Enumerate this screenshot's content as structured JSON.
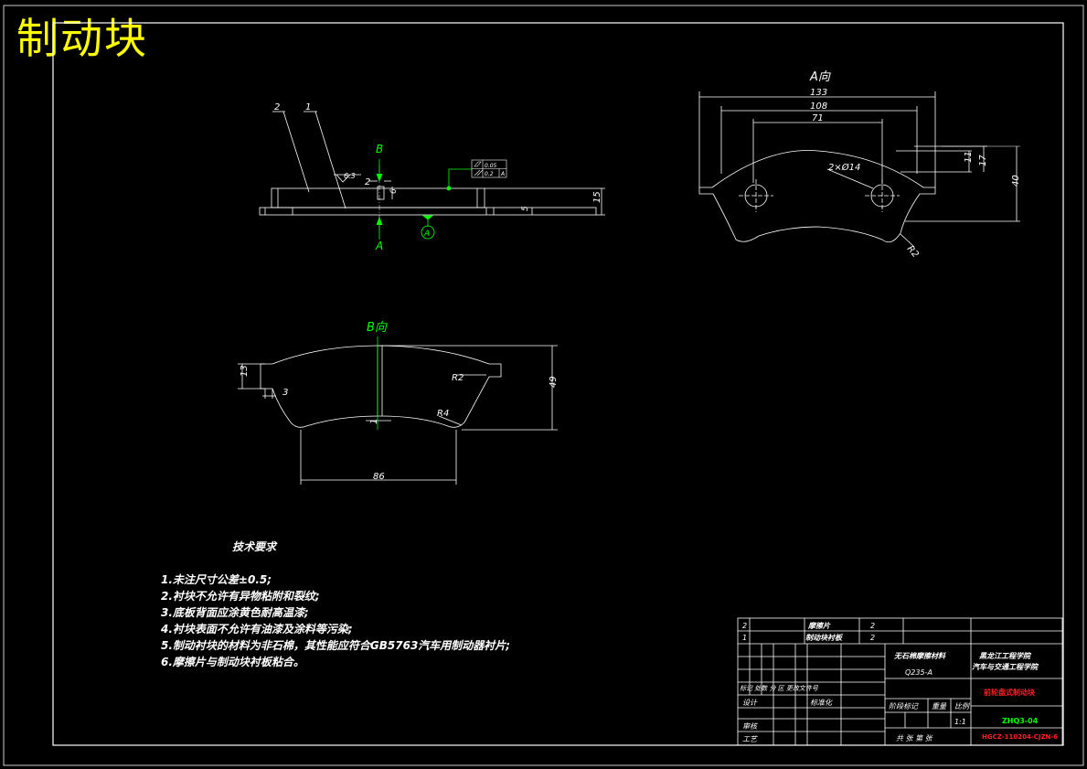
{
  "title": "制动块",
  "views": {
    "view_a_label": "A向",
    "view_b_label": "B向",
    "arrow_b": "B",
    "arrow_a": "A",
    "datum_a": "A"
  },
  "main_view": {
    "part_label_2": "2",
    "part_label_1": "1",
    "roughness": "6.3",
    "dim_2": "2",
    "dim_6": "6",
    "dim_15": "15",
    "dim_5": "5",
    "tol_flatness": "0.05",
    "tol_parallel": "0.2",
    "tol_datum": "A"
  },
  "view_a": {
    "dim_133": "133",
    "dim_108": "108",
    "dim_71": "71",
    "dim_11": "11",
    "dim_17": "17",
    "dim_40": "40",
    "holes": "2×Ø14",
    "radius": "R2"
  },
  "view_b": {
    "dim_13": "13",
    "dim_3": "3",
    "dim_49": "49",
    "dim_86": "86",
    "dim_1": "1",
    "r2": "R2",
    "r4": "R4"
  },
  "tech_requirements": {
    "heading": "技术要求",
    "items": [
      "1.未注尺寸公差±0.5;",
      "2.衬块不允许有异物粘附和裂纹;",
      "3.底板背面应涂黄色耐高温漆;",
      "4.衬块表面不允许有油漆及涂料等污染;",
      "5.制动衬块的材料为非石棉，其性能应符合GB5763汽车用制动器衬片;",
      "6.摩擦片与制动块衬板粘合。"
    ]
  },
  "title_block": {
    "bom": [
      {
        "no": "2",
        "name": "摩擦片",
        "qty": "2"
      },
      {
        "no": "1",
        "name": "制动块衬板",
        "qty": "2"
      }
    ],
    "material_1": "无石棉摩擦材料",
    "material_2": "Q235-A",
    "school_1": "黑龙江工程学院",
    "school_2": "汽车与交通工程学院",
    "drawing_name": "前轮盘式制动块",
    "revision_labels": "标记 处数 分 区 更改文件号",
    "design": "设计",
    "standardization": "标准化",
    "review": "审核",
    "process": "工艺",
    "stage_mark": "阶段标记",
    "weight": "重量",
    "scale_label": "比例",
    "scale": "1:1",
    "sheets": "共 张   第   张",
    "code": "ZHQ3-04",
    "code2": "HGCZ-110204-CJZN-6"
  }
}
